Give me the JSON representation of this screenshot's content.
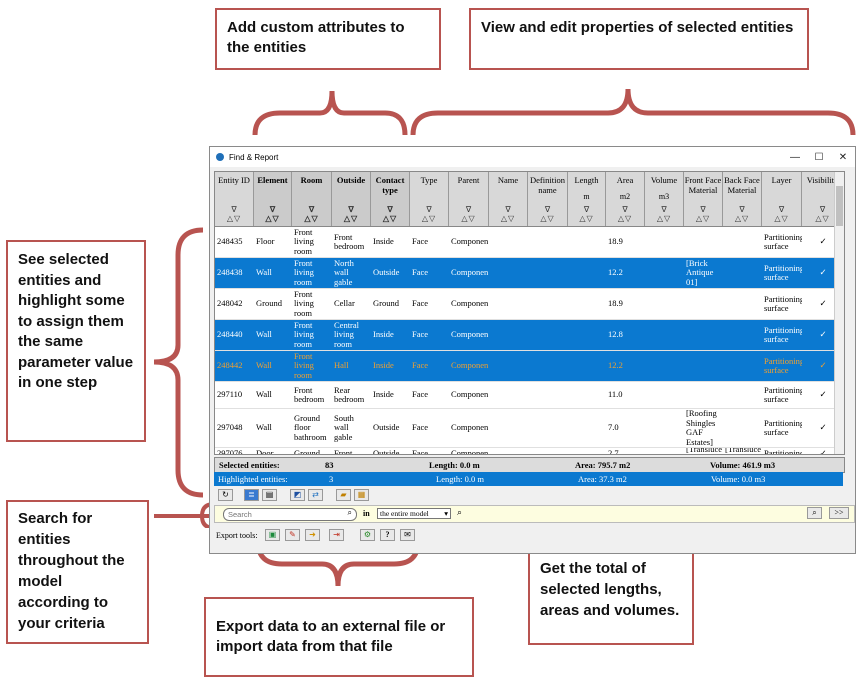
{
  "callouts": {
    "custom_attrs": "Add custom attributes to the entities",
    "view_edit": "View and edit properties of selected entities",
    "see_selected": "See selected entities and highlight some to assign them the same parameter value in one step",
    "search": "Search for entities throughout the model according to your criteria",
    "export": "Export data to an external file or import data from that file",
    "totals": "Get the total of selected lengths, areas and volumes."
  },
  "window": {
    "title": "Find & Report",
    "minimize": "—",
    "maximize": "☐",
    "close": "✕"
  },
  "columns": [
    {
      "label": "Entity ID",
      "unit": "",
      "bold": false
    },
    {
      "label": "Element",
      "unit": "",
      "bold": true
    },
    {
      "label": "Room",
      "unit": "",
      "bold": true
    },
    {
      "label": "Outside",
      "unit": "",
      "bold": true
    },
    {
      "label": "Contact type",
      "unit": "",
      "bold": true
    },
    {
      "label": "Type",
      "unit": "",
      "bold": false
    },
    {
      "label": "Parent",
      "unit": "",
      "bold": false
    },
    {
      "label": "Name",
      "unit": "",
      "bold": false
    },
    {
      "label": "Definition name",
      "unit": "",
      "bold": false
    },
    {
      "label": "Length",
      "unit": "m",
      "bold": false
    },
    {
      "label": "Area",
      "unit": "m2",
      "bold": false
    },
    {
      "label": "Volume",
      "unit": "m3",
      "bold": false
    },
    {
      "label": "Front Face Material",
      "unit": "",
      "bold": false
    },
    {
      "label": "Back Face Material",
      "unit": "",
      "bold": false
    },
    {
      "label": "Layer",
      "unit": "",
      "bold": false
    },
    {
      "label": "Visibility",
      "unit": "",
      "bold": false
    }
  ],
  "filter_glyph": "∇",
  "sort_glyph": "△▽",
  "rows": [
    {
      "state": "",
      "cells": [
        "248435",
        "Floor",
        "Front living room",
        "Front bedroom",
        "Inside",
        "Face",
        "Componen",
        "",
        "",
        "",
        "18.9",
        "",
        "",
        "",
        "Partitioning surface",
        "✓"
      ]
    },
    {
      "state": "sel",
      "cells": [
        "248438",
        "Wall",
        "Front living room",
        "North wall gable",
        "Outside",
        "Face",
        "Componen",
        "",
        "",
        "",
        "12.2",
        "",
        "[Brick Antique 01]",
        "",
        "Partitioning surface",
        "✓"
      ]
    },
    {
      "state": "",
      "cells": [
        "248042",
        "Ground",
        "Front living room",
        "Cellar",
        "Ground",
        "Face",
        "Componen",
        "",
        "",
        "",
        "18.9",
        "",
        "",
        "",
        "Partitioning surface",
        "✓"
      ]
    },
    {
      "state": "sel",
      "cells": [
        "248440",
        "Wall",
        "Front living room",
        "Central living room",
        "Inside",
        "Face",
        "Componen",
        "",
        "",
        "",
        "12.8",
        "",
        "",
        "",
        "Partitioning surface",
        "✓"
      ]
    },
    {
      "state": "hl",
      "cells": [
        "248442",
        "Wall",
        "Front living room",
        "Hall",
        "Inside",
        "Face",
        "Componen",
        "",
        "",
        "",
        "12.2",
        "",
        "",
        "",
        "Partitioning surface",
        "✓"
      ]
    },
    {
      "state": "",
      "cells": [
        "297110",
        "Wall",
        "Front bedroom",
        "Rear bedroom",
        "Inside",
        "Face",
        "Componen",
        "",
        "",
        "",
        "11.0",
        "",
        "",
        "",
        "Partitioning surface",
        "✓"
      ]
    },
    {
      "state": "",
      "cells": [
        "297048",
        "Wall",
        "Ground floor bathroom",
        "South wall gable",
        "Outside",
        "Face",
        "Componen",
        "",
        "",
        "",
        "7.0",
        "",
        "[Roofing Shingles GAF Estates]",
        "",
        "Partitioning surface",
        "✓"
      ]
    },
    {
      "state": "",
      "cells": [
        "297076",
        "Door",
        "Ground",
        "Front",
        "Outside",
        "Face",
        "Componen",
        "",
        "",
        "",
        "2.7",
        "",
        "[Transluce Glass",
        "[Transluce Glass",
        "Partitioning",
        "✓"
      ]
    }
  ],
  "summary_selected": {
    "label": "Selected entities:",
    "count": "83",
    "length": "Length:  0.0 m",
    "area": "Area:  795.7 m2",
    "volume": "Volume:  461.9 m3"
  },
  "summary_highlighted": {
    "label": "Highlighted entities:",
    "count": "3",
    "length": "Length:  0.0 m",
    "area": "Area:  37.3 m2",
    "volume": "Volume:  0.0 m3"
  },
  "search": {
    "placeholder": "Search",
    "in_label": "in",
    "scope": "the entire model",
    "go": ">>"
  },
  "export": {
    "label": "Export tools:"
  }
}
